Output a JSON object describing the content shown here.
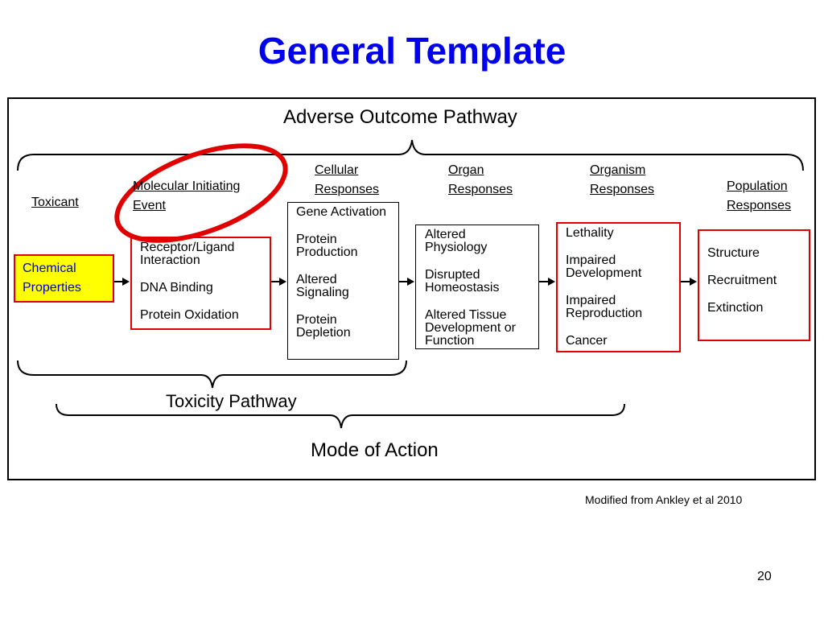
{
  "title": "General Template",
  "pathway": {
    "adverse_outcome_label": "Adverse Outcome Pathway",
    "toxicity_label": "Toxicity Pathway",
    "mode_of_action_label": "Mode of Action"
  },
  "headers": {
    "toxicant": "Toxicant",
    "mie_line1": "Molecular Initiating",
    "mie_line2": "Event",
    "cellular_line1": "Cellular",
    "cellular_line2": "Responses",
    "organ_line1": "Organ",
    "organ_line2": "Responses",
    "organism_line1": "Organism",
    "organism_line2": "Responses",
    "population_line1": "Population",
    "population_line2": "Responses"
  },
  "boxes": {
    "toxicant": {
      "line1": "Chemical",
      "line2": "Properties"
    },
    "mie": {
      "items": [
        "Receptor/Ligand Interaction",
        "DNA Binding",
        "Protein Oxidation"
      ]
    },
    "cellular": {
      "items": [
        "Gene Activation",
        "Protein Production",
        "Altered Signaling",
        "Protein Depletion"
      ]
    },
    "organ": {
      "items": [
        "Altered Physiology",
        "Disrupted Homeostasis",
        "Altered Tissue Development or Function"
      ]
    },
    "organism": {
      "items": [
        "Lethality",
        "Impaired Development",
        "Impaired Reproduction",
        "Cancer"
      ]
    },
    "population": {
      "items": [
        "Structure",
        "Recruitment",
        "Extinction"
      ]
    }
  },
  "citation": "Modified from Ankley et al 2010",
  "slide_number": "20",
  "colors": {
    "title": "#0000ee",
    "highlight_fill": "#ffff00",
    "highlight_text": "#0000cc",
    "emphasis_border": "#e00000"
  }
}
